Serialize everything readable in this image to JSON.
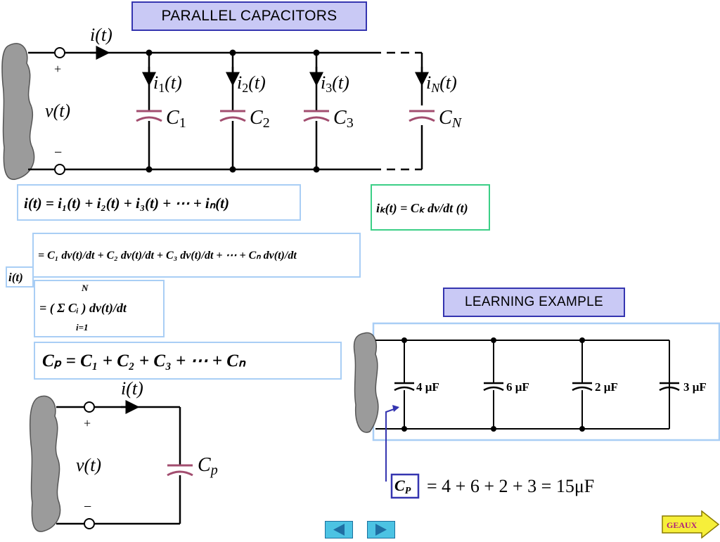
{
  "title": "PARALLEL CAPACITORS",
  "learning_title": "LEARNING EXAMPLE",
  "main_circuit": {
    "source_current": "i(t)",
    "source_voltage": "v(t)",
    "plus": "+",
    "minus": "−",
    "branches": [
      {
        "current": "i",
        "sub": "1",
        "cap": "C",
        "capsub": "1"
      },
      {
        "current": "i",
        "sub": "2",
        "cap": "C",
        "capsub": "2"
      },
      {
        "current": "i",
        "sub": "3",
        "cap": "C",
        "capsub": "3"
      },
      {
        "current": "i",
        "sub": "N",
        "cap": "C",
        "capsub": "N"
      }
    ]
  },
  "equations": {
    "kcl": "i(t) = i₁(t) + i₂(t) + i₃(t) + ⋯ + iₙ(t)",
    "cap_law": "iₖ(t) = Cₖ dv/dt (t)",
    "sum_terms": "= C₁ dv(t)/dt + C₂ dv(t)/dt + C₃ dv(t)/dt + ⋯ + Cₙ dv(t)/dt",
    "side_label": "i(t)",
    "sigma_eq": "= ( Σ Cᵢ ) dv(t)/dt",
    "sigma_top": "N",
    "sigma_bottom": "i=1",
    "cp_eq": "Cₚ = C₁ + C₂ + C₃ + ⋯ + Cₙ"
  },
  "eq_circuit": {
    "current": "i(t)",
    "voltage": "v(t)",
    "plus": "+",
    "minus": "−",
    "cap": "C",
    "capsub": "p"
  },
  "example": {
    "capacitors": [
      "4 μF",
      "6 μF",
      "2 μF",
      "3 μF"
    ],
    "result_label": "C",
    "result_sub": "P",
    "result_eq": "= 4 + 6 + 2 + 3 = 15μF"
  },
  "nav": {
    "back_icon": "triangle-left-icon",
    "forward_icon": "triangle-right-icon",
    "geaux_label": "GEAUX"
  },
  "colors": {
    "title_bg": "#c9c9f5",
    "title_border": "#3535b0",
    "eq_border": "#a9cef5",
    "cap_law_border": "#3bcf86",
    "capacitor": "#a24d6f",
    "nav_button": "#4cc3e3",
    "geaux_fill": "#f6ef3a"
  }
}
